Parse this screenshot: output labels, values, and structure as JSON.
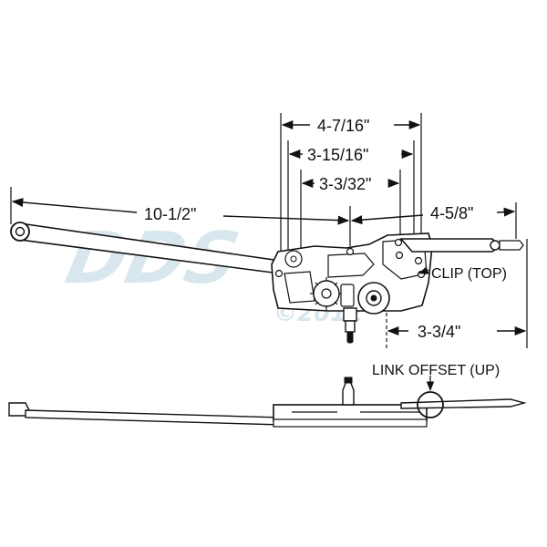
{
  "diagram": {
    "dimensions": {
      "d1": "4-7/16\"",
      "d2": "3-15/16\"",
      "d3": "3-3/32\"",
      "d4": "10-1/2\"",
      "d5": "4-5/8\"",
      "d6": "3-3/4\""
    },
    "callouts": {
      "clip": "CLIP (TOP)",
      "link_offset": "LINK OFFSET (UP)"
    },
    "watermark": {
      "brand": "DDS",
      "copyright": "©2012"
    }
  },
  "colors": {
    "line": "#111111",
    "watermark": "#b9d5df"
  }
}
